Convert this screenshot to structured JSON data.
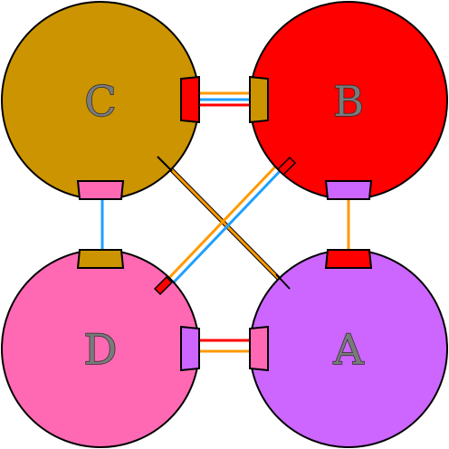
{
  "nodes": [
    {
      "id": "C",
      "label": "C",
      "color": "#cc9400"
    },
    {
      "id": "B",
      "label": "B",
      "color": "#ff0000"
    },
    {
      "id": "D",
      "label": "D",
      "color": "#ff69b4"
    },
    {
      "id": "A",
      "label": "A",
      "color": "#cc66ff"
    }
  ],
  "colors": {
    "outline": "#000000",
    "wire_blue": "#1ea0ff",
    "wire_orange": "#ff9900",
    "wire_red": "#ff0000",
    "wire_pink": "#ff69b4",
    "wire_violet": "#cc66ff",
    "wire_white": "#ffffff"
  }
}
